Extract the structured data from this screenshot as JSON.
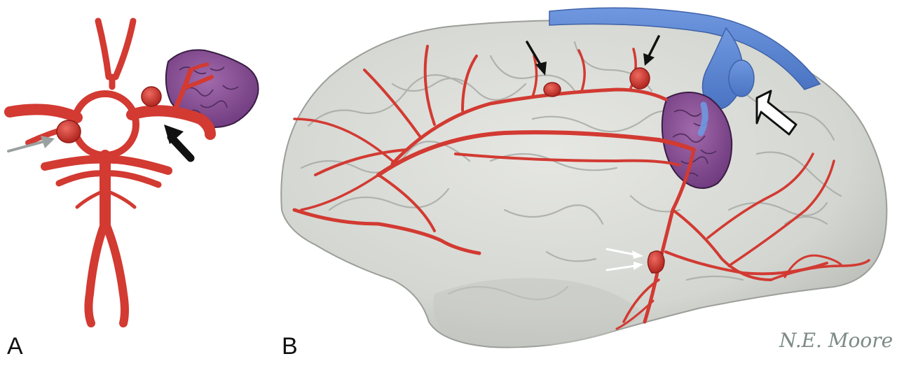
{
  "panels": [
    {
      "id": "A",
      "label": "A"
    },
    {
      "id": "B",
      "label": "B"
    }
  ],
  "signature": "N.E. Moore",
  "colors": {
    "artery": "#d23a32",
    "artery_dark": "#9e1f1a",
    "brain": "#d6d8d4",
    "brain_shadow": "#b9bbb6",
    "avm": "#8a4f96",
    "vein": "#5a86d4",
    "arrow_black": "#111111",
    "arrow_gray": "#9aa0a0",
    "arrow_white": "#ffffff",
    "signature_ink": "#7b8a86"
  },
  "icons": [
    "black-arrow-icon",
    "gray-arrow-icon",
    "white-arrow-icon",
    "open-arrow-icon"
  ]
}
